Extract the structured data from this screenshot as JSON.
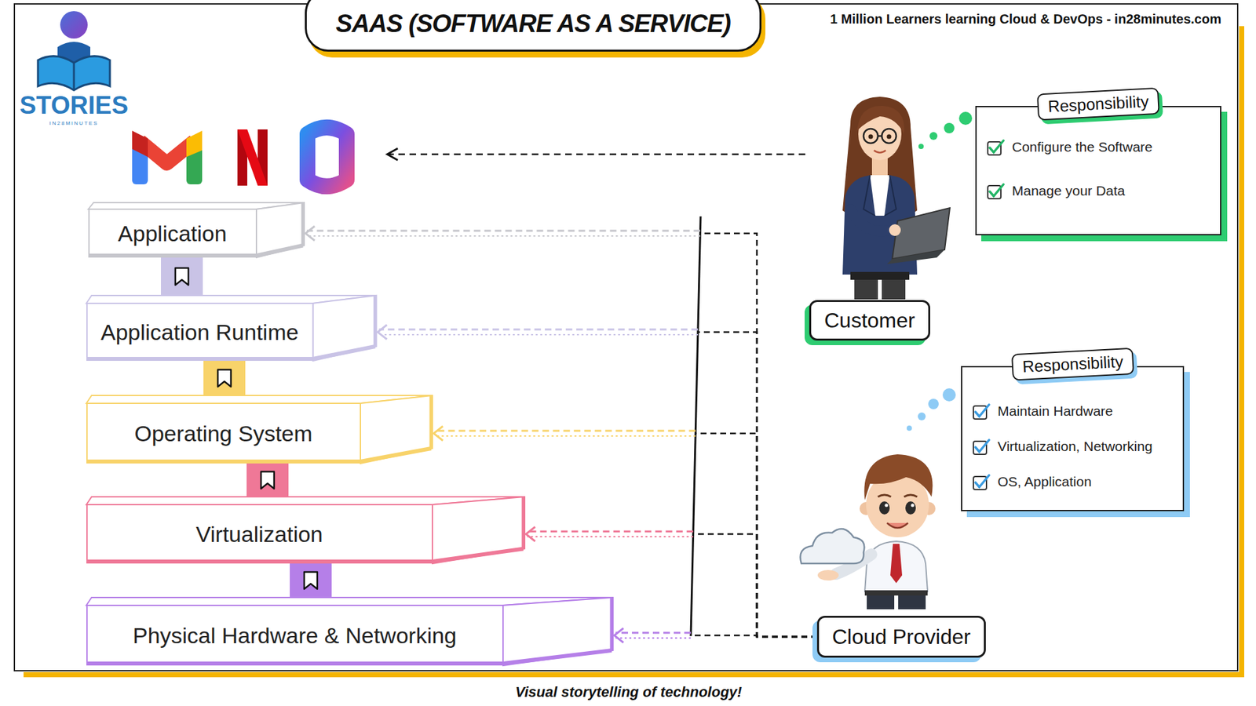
{
  "diagram": {
    "title": "SAAS (SOFTWARE AS A SERVICE)",
    "caption": "Visual storytelling of technology!",
    "nodes": [
      {
        "text": [
          "Application"
        ]
      },
      {
        "text": [
          "Application Runtime"
        ]
      },
      {
        "text": [
          "Operating System"
        ]
      },
      {
        "text": [
          "Virtualization"
        ]
      },
      {
        "text": [
          "Physical Hardware & Networking"
        ]
      },
      {
        "text": [
          "Customer"
        ]
      },
      {
        "text": [
          "Responsibility",
          "Configure the Software",
          "Manage your Data"
        ]
      },
      {
        "text": [
          "Cloud Provider"
        ]
      },
      {
        "text": [
          "Responsibility",
          "Maintain Hardware",
          "Virtualization, Networking",
          "OS, Application"
        ]
      }
    ],
    "edges": [
      {
        "from": 0,
        "to": 1,
        "arrow": "none"
      },
      {
        "from": 1,
        "to": 2,
        "arrow": "none"
      },
      {
        "from": 2,
        "to": 3,
        "arrow": "none"
      },
      {
        "from": 3,
        "to": 4,
        "arrow": "none"
      },
      {
        "from": 7,
        "to": 0,
        "arrow": "to"
      },
      {
        "from": 7,
        "to": 1,
        "arrow": "to"
      },
      {
        "from": 7,
        "to": 2,
        "arrow": "to"
      },
      {
        "from": 7,
        "to": 3,
        "arrow": "to"
      },
      {
        "from": 7,
        "to": 4,
        "arrow": "to"
      }
    ],
    "labels": [
      "1 Million Learners learning Cloud & DevOps - in28minutes.com",
      "STORIES",
      "IN28MINUTES"
    ]
  }
}
